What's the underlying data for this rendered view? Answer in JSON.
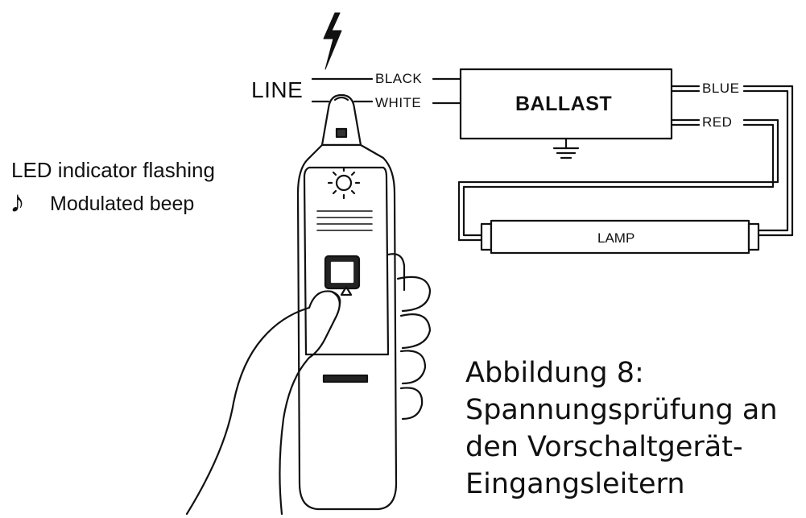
{
  "diagram": {
    "line_label": "LINE",
    "wire_black": "BLACK",
    "wire_white": "WHITE",
    "wire_blue": "BLUE",
    "wire_red": "RED",
    "ballast_label": "BALLAST",
    "lamp_label": "LAMP",
    "led_label": "LED indicator flashing",
    "beep_label": "Modulated beep",
    "icons": [
      "lightning-icon",
      "ground-icon",
      "music-note-icon",
      "led-light-icon"
    ]
  },
  "caption": {
    "line1": "Abbildung 8:",
    "line2": "Spannungsprüfung an",
    "line3": "den Vorschaltgerät-",
    "line4": "Eingangsleitern"
  }
}
